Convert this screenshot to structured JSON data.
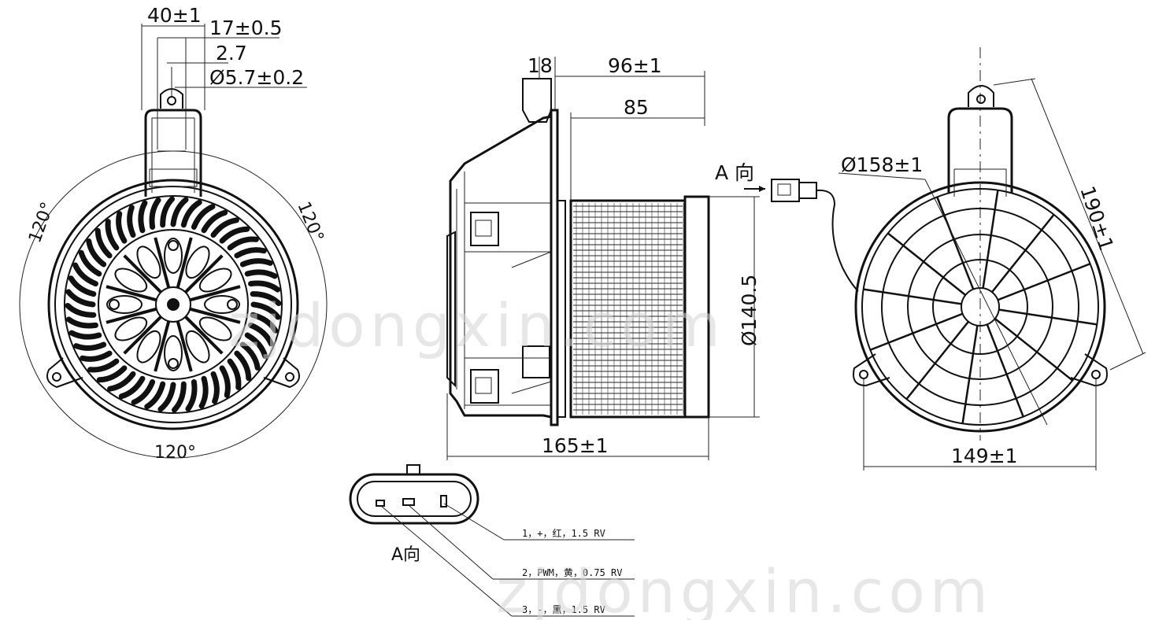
{
  "dimensions": {
    "top_width": "40±1",
    "tab_width": "17±0.5",
    "tab_offset": "2.7",
    "hole_dia": "Ø5.7±0.2",
    "angle_left": "120°",
    "angle_right": "120°",
    "angle_bottom": "120°",
    "flange_thickness": "18",
    "housing_depth": "96±1",
    "wheel_depth": "85",
    "wheel_dia": "Ø140.5",
    "overall_length": "165±1",
    "outer_dia": "Ø158±1",
    "overall_height": "190±1",
    "mount_span": "149±1"
  },
  "view_label": "A 向",
  "connector_label": "A向",
  "pins": [
    "1，+，红，1.5  RV",
    "2，PWM，黄，0.75  RV",
    "3，-，黑，1.5  RV"
  ],
  "watermark": "zjdongxin.com"
}
